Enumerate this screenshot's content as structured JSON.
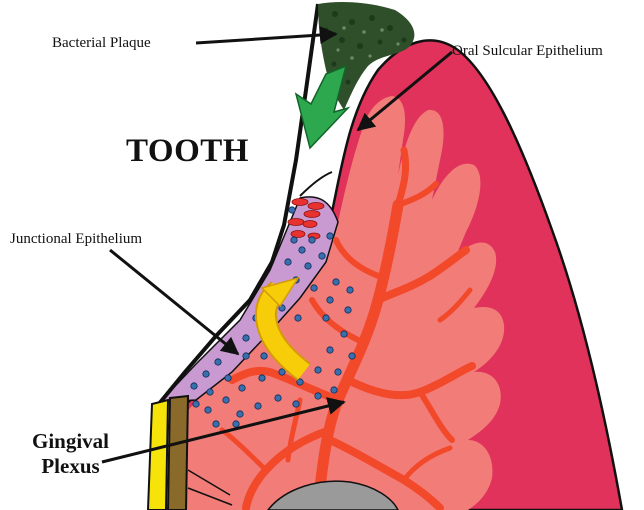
{
  "diagram": {
    "labels": {
      "bacterial_plaque": "Bacterial Plaque",
      "oral_sulcular_epithelium": "Oral Sulcular Epithelium",
      "tooth": "TOOTH",
      "junctional_epithelium": "Junctional Epithelium",
      "gingival_plexus_line1": "Gingival",
      "gingival_plexus_line2": "Plexus"
    },
    "colors": {
      "gingiva_outer": "#e0325a",
      "connective_tissue": "#f27c78",
      "blood_vessels": "#f2492b",
      "junctional_epithelium": "#c99ad2",
      "plaque": "#2f4f2a",
      "green_arrow": "#2ea84f",
      "yellow_arrow": "#f7cd0a",
      "cells": "#3a6fae",
      "red_cells": "#e8322f",
      "tooth_enamel": "#f5e30a",
      "cementum": "#8a6a2a",
      "outline": "#111111"
    }
  }
}
